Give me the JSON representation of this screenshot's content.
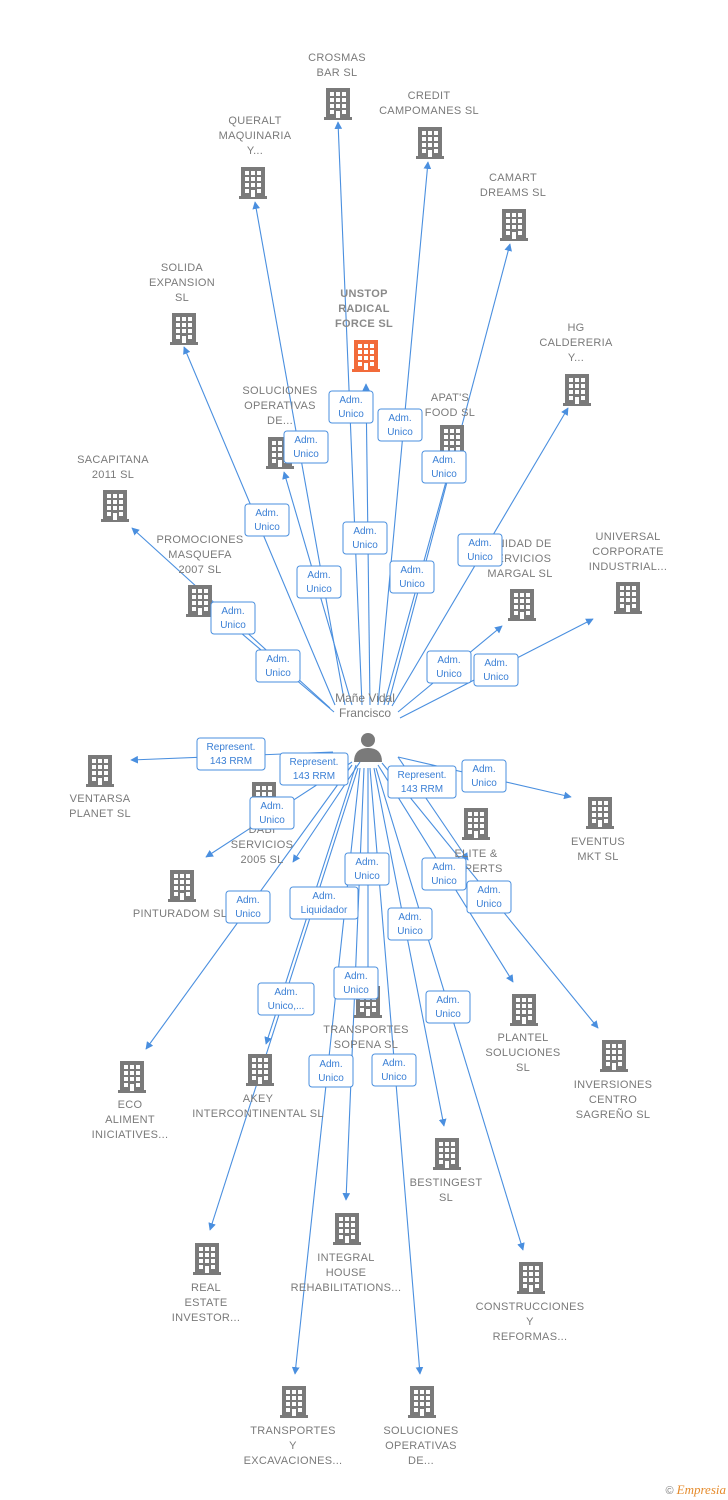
{
  "person": {
    "name_lines": [
      "Mañe Vidal",
      "Francisco"
    ]
  },
  "companies": [
    {
      "id": "crosmas",
      "lines": [
        "CROSMAS",
        "BAR SL"
      ]
    },
    {
      "id": "credit",
      "lines": [
        "CREDIT",
        "CAMPOMANES SL"
      ]
    },
    {
      "id": "queralt",
      "lines": [
        "QUERALT",
        "MAQUINARIA",
        "Y..."
      ]
    },
    {
      "id": "camart",
      "lines": [
        "CAMART",
        "DREAMS SL"
      ]
    },
    {
      "id": "solida",
      "lines": [
        "SOLIDA",
        "EXPANSION",
        "SL"
      ]
    },
    {
      "id": "unstop",
      "lines": [
        "UNSTOP",
        "RADICAL",
        "FORCE  SL"
      ],
      "highlight": true
    },
    {
      "id": "hg",
      "lines": [
        "HG",
        "CALDERERIA",
        "Y..."
      ]
    },
    {
      "id": "solop1",
      "lines": [
        "SOLUCIONES",
        "OPERATIVAS",
        "DE..."
      ]
    },
    {
      "id": "apats",
      "lines": [
        "APAT'S",
        "FOOD  SL"
      ]
    },
    {
      "id": "sacapitana",
      "lines": [
        "SACAPITANA",
        "2011 SL"
      ]
    },
    {
      "id": "promociones",
      "lines": [
        "PROMOCIONES",
        "MASQUEFA",
        "2007 SL"
      ]
    },
    {
      "id": "unidad",
      "lines": [
        "UNIDAD DE",
        "SERVICIOS",
        "MARGAL SL"
      ]
    },
    {
      "id": "universal",
      "lines": [
        "UNIVERSAL",
        "CORPORATE",
        "INDUSTRIAL..."
      ]
    },
    {
      "id": "ventarsa",
      "lines": [
        "VENTARSA",
        "PLANET SL"
      ]
    },
    {
      "id": "dabi",
      "lines": [
        "DABI",
        "SERVICIOS",
        "2005 SL"
      ]
    },
    {
      "id": "elite",
      "lines": [
        "ELITE &",
        "EXPERTS",
        "..."
      ]
    },
    {
      "id": "eventus",
      "lines": [
        "EVENTUS",
        "MKT  SL"
      ]
    },
    {
      "id": "pinturadom",
      "lines": [
        "PINTURADOM SL"
      ]
    },
    {
      "id": "transportes_sopena",
      "lines": [
        "TRANSPORTES",
        "SOPENA SL"
      ]
    },
    {
      "id": "plantel",
      "lines": [
        "PLANTEL",
        "SOLUCIONES",
        "SL"
      ]
    },
    {
      "id": "eco",
      "lines": [
        "ECO",
        "ALIMENT",
        "INICIATIVES..."
      ]
    },
    {
      "id": "akey",
      "lines": [
        "AKEY",
        "INTERCONTINENTAL SL"
      ]
    },
    {
      "id": "inversiones",
      "lines": [
        "INVERSIONES",
        "CENTRO",
        "SAGREÑO  SL"
      ]
    },
    {
      "id": "bestingest",
      "lines": [
        "BESTINGEST",
        "SL"
      ]
    },
    {
      "id": "integral",
      "lines": [
        "INTEGRAL",
        "HOUSE",
        "REHABILITATIONS..."
      ]
    },
    {
      "id": "real",
      "lines": [
        "REAL",
        "ESTATE",
        "INVESTOR..."
      ]
    },
    {
      "id": "construcciones",
      "lines": [
        "CONSTRUCCIONES",
        "Y",
        "REFORMAS..."
      ]
    },
    {
      "id": "transportes_exc",
      "lines": [
        "TRANSPORTES",
        "Y",
        "EXCAVACIONES..."
      ]
    },
    {
      "id": "solop2",
      "lines": [
        "SOLUCIONES",
        "OPERATIVAS",
        "DE..."
      ]
    }
  ],
  "relation_boxes": [
    {
      "lines": [
        "Adm.",
        "Unico"
      ]
    },
    {
      "lines": [
        "Adm.",
        "Unico"
      ]
    },
    {
      "lines": [
        "Adm.",
        "Unico"
      ]
    },
    {
      "lines": [
        "Adm.",
        "Unico"
      ]
    },
    {
      "lines": [
        "Adm.",
        "Unico"
      ]
    },
    {
      "lines": [
        "Adm.",
        "Unico"
      ]
    },
    {
      "lines": [
        "Adm.",
        "Unico"
      ]
    },
    {
      "lines": [
        "Adm.",
        "Unico"
      ]
    },
    {
      "lines": [
        "Adm.",
        "Unico"
      ]
    },
    {
      "lines": [
        "Adm.",
        "Unico"
      ]
    },
    {
      "lines": [
        "Adm.",
        "Unico"
      ]
    },
    {
      "lines": [
        "Adm.",
        "Unico"
      ]
    },
    {
      "lines": [
        "Adm.",
        "Unico"
      ]
    },
    {
      "lines": [
        "Represent.",
        "143 RRM"
      ]
    },
    {
      "lines": [
        "Represent.",
        "143 RRM"
      ]
    },
    {
      "lines": [
        "Represent.",
        "143 RRM"
      ]
    },
    {
      "lines": [
        "Adm.",
        "Unico"
      ]
    },
    {
      "lines": [
        "Adm.",
        "Unico"
      ]
    },
    {
      "lines": [
        "Adm.",
        "Unico"
      ]
    },
    {
      "lines": [
        "Adm.",
        "Unico"
      ]
    },
    {
      "lines": [
        "Adm.",
        "Unico"
      ]
    },
    {
      "lines": [
        "Adm.",
        "Liquidador"
      ]
    },
    {
      "lines": [
        "Adm.",
        "Unico"
      ]
    },
    {
      "lines": [
        "Adm.",
        "Unico"
      ]
    },
    {
      "lines": [
        "Adm.",
        "Unico"
      ]
    },
    {
      "lines": [
        "Adm.",
        "Unico,..."
      ]
    },
    {
      "lines": [
        "Adm.",
        "Unico"
      ]
    },
    {
      "lines": [
        "Adm.",
        "Unico"
      ]
    },
    {
      "lines": [
        "Adm.",
        "Unico"
      ]
    }
  ],
  "colors": {
    "edge": "#4a8fdf",
    "building": "#7a7a7a",
    "highlight": "#f26b3a",
    "person": "#7a7a7a"
  },
  "credit": {
    "symbol": "©",
    "brand": "Empresia"
  }
}
